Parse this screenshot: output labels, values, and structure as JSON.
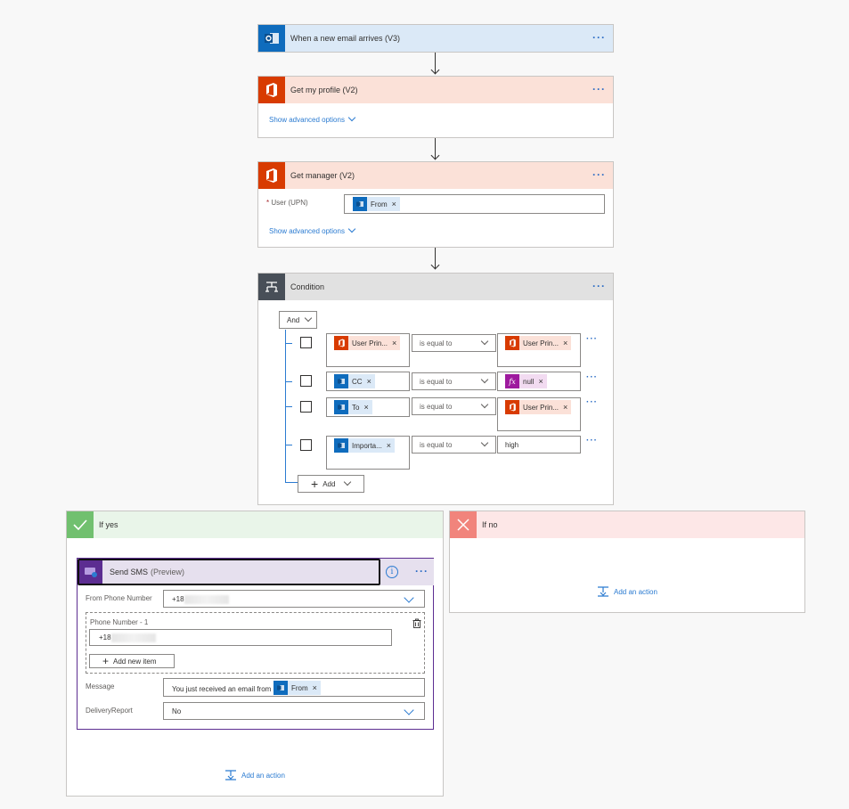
{
  "trigger": {
    "title": "When a new email arrives (V3)",
    "more": "···"
  },
  "profile": {
    "title": "Get my profile (V2)",
    "more": "···",
    "advanced": "Show advanced options"
  },
  "manager": {
    "title": "Get manager (V2)",
    "more": "···",
    "field_label": "User (UPN)",
    "required_mark": "*",
    "token": "From",
    "advanced": "Show advanced options"
  },
  "condition": {
    "title": "Condition",
    "more": "···",
    "group_operator": "And",
    "rows": [
      {
        "left": "User Prin...",
        "op": "is equal to",
        "right": "User Prin..."
      },
      {
        "left": "CC",
        "op": "is equal to",
        "right": "null"
      },
      {
        "left": "To",
        "op": "is equal to",
        "right": "User Prin..."
      },
      {
        "left": "Importa...",
        "op": "is equal to",
        "right": "high"
      }
    ],
    "add_label": "Add",
    "row_more": "···"
  },
  "if_yes": {
    "title": "If yes",
    "sms": {
      "title": "Send SMS",
      "badge": "(Preview)",
      "more": "···",
      "from_label": "From Phone Number",
      "from_value": "+18",
      "phone_label": "Phone Number - 1",
      "phone_value": "+18",
      "add_item": "Add new item",
      "message_label": "Message",
      "message_prefix": "You just received an email from",
      "message_token": "From",
      "delivery_label": "DeliveryReport",
      "delivery_value": "No"
    },
    "add_action": "Add an action"
  },
  "if_no": {
    "title": "If no",
    "add_action": "Add an action"
  },
  "colors": {
    "trigger_header": "#dbe9f7",
    "office_header": "#fbe1d8",
    "condition_header": "#e1e1e1",
    "yes_header": "#e9f5e9",
    "no_header": "#fde7e7",
    "accent": "#2b7bd1"
  }
}
